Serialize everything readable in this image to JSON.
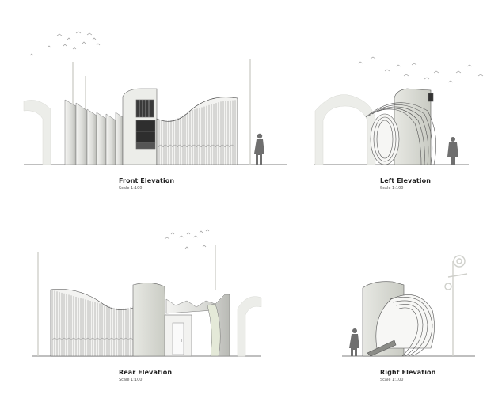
{
  "sheet": {
    "drawings": [
      {
        "title": "Front Elevation",
        "scale": "Scale 1:100"
      },
      {
        "title": "Left Elevation",
        "scale": "Scale 1:100"
      },
      {
        "title": "Rear Elevation",
        "scale": "Scale 1:100"
      },
      {
        "title": "Right Elevation",
        "scale": "Scale 1:100"
      }
    ]
  }
}
